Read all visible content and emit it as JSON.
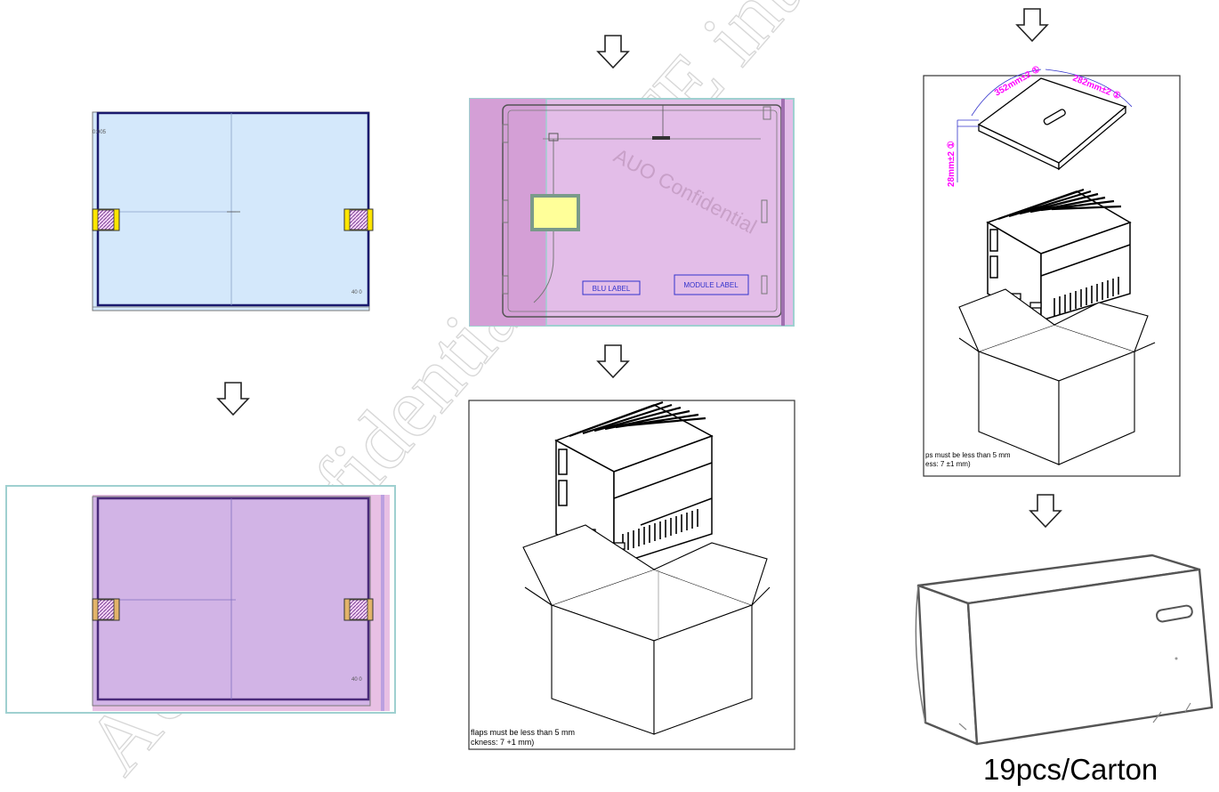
{
  "labels": {
    "blu_label": "BLU LABEL",
    "module_label": "MODULE LABEL",
    "confidential_stamp": "AUO Confidential",
    "panel3_note_line1": "flaps must be less than 5 mm",
    "panel3_note_line2": "ckness: 7 +1 mm)",
    "panel5_note_line1": "ps must be less than 5 mm",
    "panel5_note_line2": "ess: 7 ±1 mm)",
    "dim_width": "352mm±2 ①",
    "dim_depth": "282mm±2 ①",
    "dim_height": "28mm±2 ①",
    "carton_caption": "19pcs/Carton"
  },
  "watermark": {
    "text": "AUO Confidential. For TE internal use only"
  },
  "colors": {
    "light_blue": "#d4e8fb",
    "purple": "#d2b4e6",
    "pink": "#e3bde8",
    "yellow": "#ffff99",
    "navy": "#1a1a6e",
    "magenta_dim": "#ff00ff",
    "label_blue": "#3333cc"
  },
  "icons": [
    "down-arrow-icon"
  ]
}
